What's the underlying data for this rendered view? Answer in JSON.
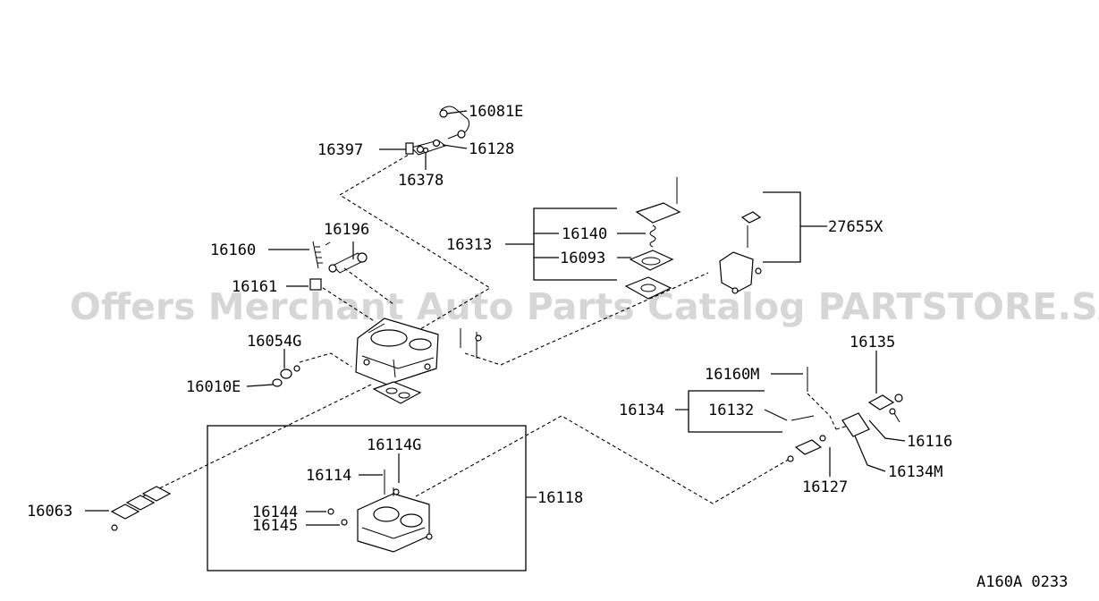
{
  "watermark": "Offers Merchant Auto Parts Catalog PARTSTORE.SA",
  "diagram_code": "A160A 0233",
  "callouts": {
    "p16081E": "16081E",
    "p16397": "16397",
    "p16128": "16128",
    "p16378": "16378",
    "p16196": "16196",
    "p16160": "16160",
    "p16161": "16161",
    "p16313": "16313",
    "p16140": "16140",
    "p16093": "16093",
    "p27655X": "27655X",
    "p16054G": "16054G",
    "p16010E": "16010E",
    "p16135": "16135",
    "p16160M": "16160M",
    "p16134": "16134",
    "p16132": "16132",
    "p16116": "16116",
    "p16134M": "16134M",
    "p16127": "16127",
    "p16114G": "16114G",
    "p16114": "16114",
    "p16118": "16118",
    "p16063": "16063",
    "p16144": "16144",
    "p16145": "16145"
  }
}
